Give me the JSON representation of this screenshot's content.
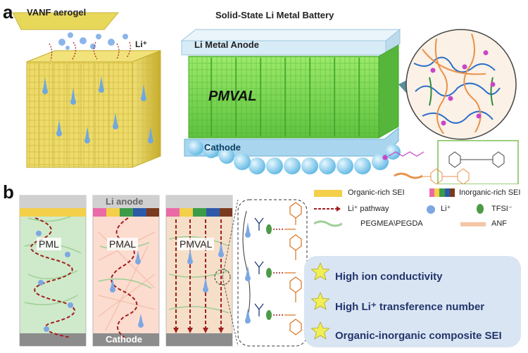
{
  "panel_a": {
    "letter": "a",
    "aerogel_label": "VANF aerogel",
    "li_ion_label": "Li⁺",
    "battery_title": "Solid-State Li Metal Battery",
    "anode_label": "Li Metal Anode",
    "electrolyte_label": "PMVAL",
    "cathode_label": "Cathode"
  },
  "panel_b": {
    "letter": "b",
    "top_label": "Li anode",
    "bottom_label": "Cathode",
    "columns": [
      {
        "label": "PML"
      },
      {
        "label": "PMAL"
      },
      {
        "label": "PMVAL"
      }
    ]
  },
  "legend": {
    "organic_sei": "Organic-rich SEI",
    "inorganic_sei": "Inorganic-rich SEI",
    "li_pathway": "Li⁺ pathway",
    "li_ion": "Li⁺",
    "tfsi": "TFSI⁻",
    "pegmea": "PEGMEA\\PEGDA",
    "anf": "ANF"
  },
  "features": [
    "High ion conductivity",
    "High Li⁺ transference number",
    "Organic-inorganic composite SEI"
  ],
  "colors": {
    "aerogel_yellow": "#e8d85a",
    "electrolyte_green": "#7ed957",
    "anode_blue": "#d8ecf7",
    "cathode_blue": "#8ccfee",
    "organic_sei": "#f3cf4a",
    "star_yellow": "#f1ee58",
    "feature_bg": "#d9e5f3",
    "feature_text": "#23356b",
    "pathway_red": "#a11e1e"
  }
}
